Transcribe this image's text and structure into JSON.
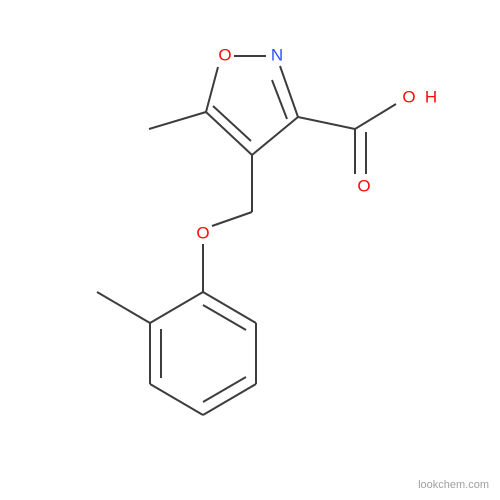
{
  "atoms": {
    "ring_oxygen": "O",
    "ring_nitrogen": "N",
    "hydroxyl_oxygen": "O",
    "hydroxyl_hydrogen": "H",
    "carbonyl_oxygen": "O",
    "ether_oxygen": "O"
  },
  "colors": {
    "bond": "#3d3d3d",
    "oxygen": "#ff0d0d",
    "nitrogen": "#3050f8"
  },
  "watermark": "lookchem.com"
}
